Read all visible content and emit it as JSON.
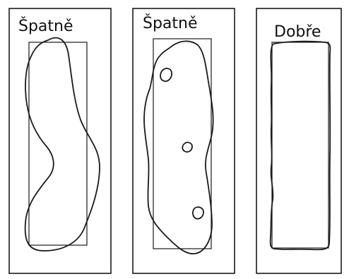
{
  "panels": [
    {
      "label": "Špatně"
    },
    {
      "label": "Špatně"
    },
    {
      "label": "Dobře"
    }
  ]
}
